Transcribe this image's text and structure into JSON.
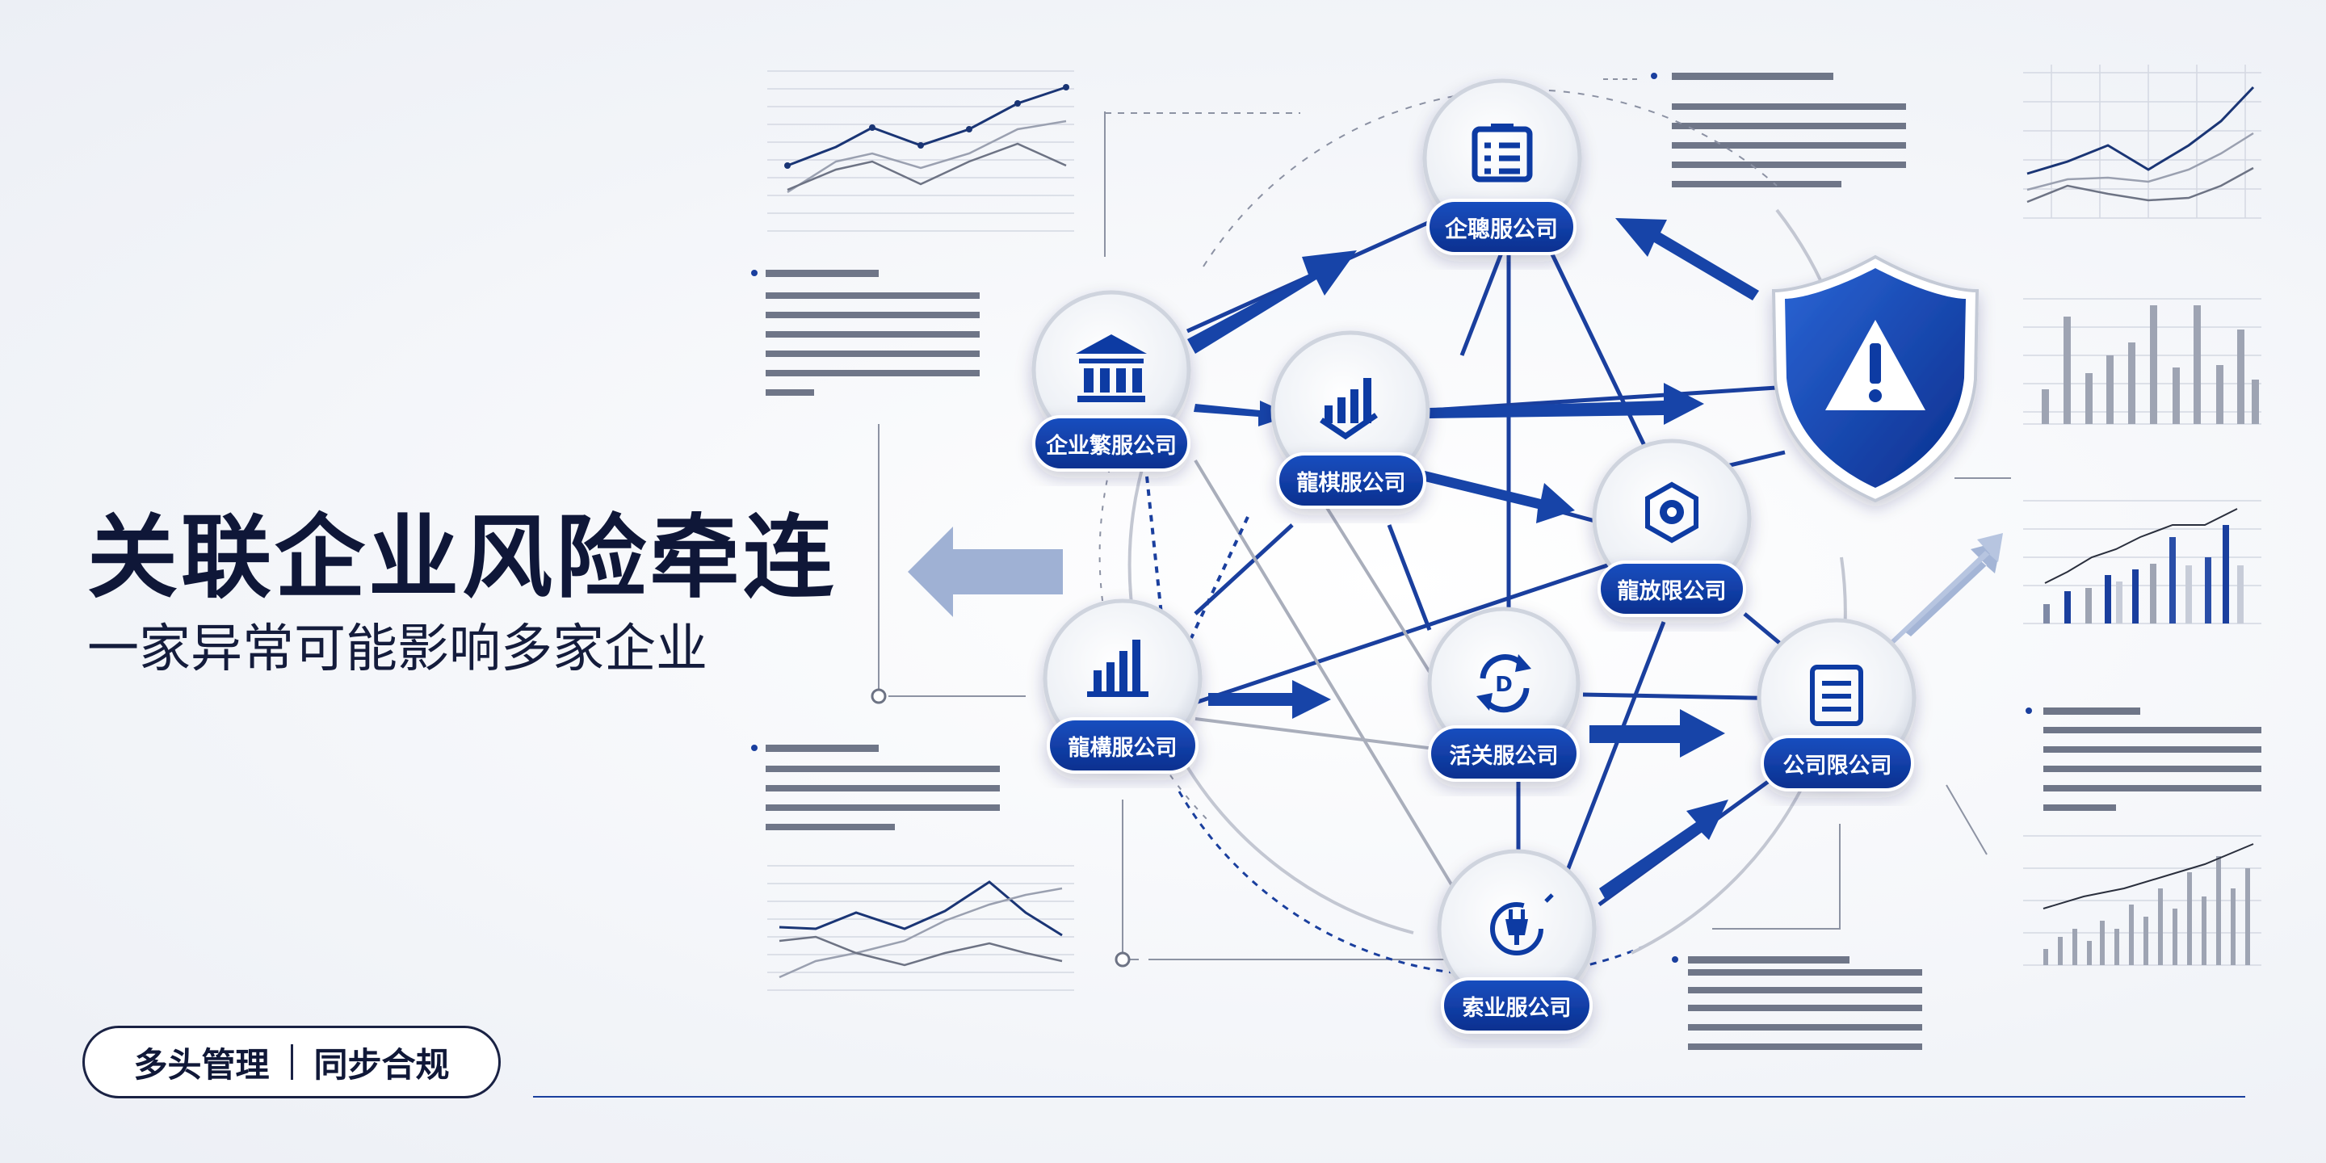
{
  "title": "关联企业风险牵连",
  "subtitle": "一家异常可能影响多家企业",
  "tags": [
    "多头管理",
    "同步合规"
  ],
  "colors": {
    "primary": "#0d3ba3",
    "primary_dark": "#0a2a7d",
    "arrow": "#1744a8",
    "line": "#1a3f9e",
    "ghost_line": "#b8bdca",
    "pale_arrow": "#9fb1d4"
  },
  "nodes": [
    {
      "id": "top",
      "label": "企聰服公司",
      "icon": "document-list-icon"
    },
    {
      "id": "bank",
      "label": "企业繁服公司",
      "icon": "bank-icon"
    },
    {
      "id": "chart-mid",
      "label": "龍棋服公司",
      "icon": "bar-chart-down-icon"
    },
    {
      "id": "gear",
      "label": "龍放限公司",
      "icon": "gear-icon"
    },
    {
      "id": "bars",
      "label": "龍構服公司",
      "icon": "bar-chart-icon"
    },
    {
      "id": "center",
      "label": "活关服公司",
      "icon": "refresh-icon"
    },
    {
      "id": "right",
      "label": "公司限公司",
      "icon": "checklist-icon"
    },
    {
      "id": "bottom",
      "label": "索业服公司",
      "icon": "plug-icon"
    }
  ],
  "alert_icon": "warning-shield-icon"
}
